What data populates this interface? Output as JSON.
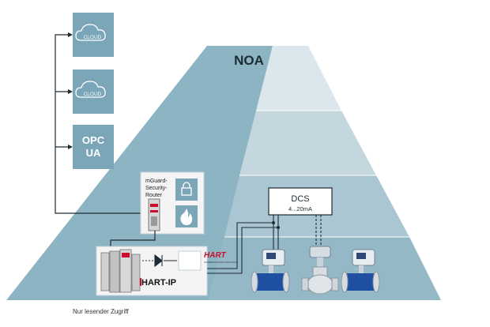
{
  "pyramid": {
    "title": "NOA",
    "dcs_label": "DCS",
    "dcs_sublabel": "4...20mA"
  },
  "cloud_boxes": [
    {
      "label": "CLOUD"
    },
    {
      "label": "CLOUD"
    }
  ],
  "opc_box": {
    "line1": "OPC",
    "line2": "UA"
  },
  "router": {
    "label_lines": [
      "mGuard-",
      "Security-",
      "Router"
    ]
  },
  "logos": {
    "hart": "HART",
    "hart_tag": "COMMUNICATION PROTOCOL",
    "hart_ip": "HART-IP"
  },
  "caption": "Nur lesender Zugriff",
  "colors": {
    "left_face": "#8cb4c3",
    "right_top": "#dce7ed",
    "right_mid": "#c4d6de",
    "right_low": "#a9c6d2",
    "right_base": "#95b8c6",
    "box_fill": "#7aa6b8",
    "accent_red": "#c8102e"
  }
}
